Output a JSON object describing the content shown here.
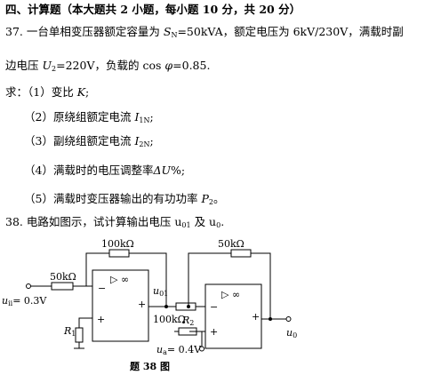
{
  "section": {
    "title": "四、计算题（本大题共 2 小题，每小题 10 分，共 20 分）"
  },
  "q37": {
    "number": "37.",
    "stem_part1": "一台单相变压器额定容量为 ",
    "sn_symbol": "S",
    "sn_sub": "N",
    "sn_value": "=50kVA，额定电压为 6kV/230V，满载时副",
    "stem_part2": "边电压 ",
    "u2_symbol": "U",
    "u2_sub": "2",
    "u2_value": "=220V，负载的 cos ",
    "phi": "φ",
    "pf_value": "=0.85.",
    "ask_prefix": "求：",
    "items": [
      {
        "num": "（1）",
        "text": "变比 ",
        "sym": "K",
        "sub": "",
        "tail": ";"
      },
      {
        "num": "（2）",
        "text": "原绕组额定电流 ",
        "sym": "I",
        "sub": "1N",
        "tail": ";"
      },
      {
        "num": "（3）",
        "text": "副绕组额定电流 ",
        "sym": "I",
        "sub": "2N",
        "tail": ";"
      },
      {
        "num": "（4）",
        "text": "满载时的电压调整率",
        "sym": "ΔU",
        "sub": "",
        "tail": "%;"
      },
      {
        "num": "（5）",
        "text": "满载时变压器输出的有功功率 ",
        "sym": "P",
        "sub": "2",
        "tail": "。"
      }
    ]
  },
  "q38": {
    "number": "38.",
    "stem": "电路如图示，试计算输出电压 u",
    "u01_sub": "01",
    "stem_mid": " 及 u",
    "u0_sub": "0",
    "stem_end": ".",
    "figure": {
      "caption": "题 38 图",
      "labels": {
        "r_feedback1": "100kΩ",
        "r_input1": "50kΩ",
        "r1": "R",
        "r1_sub": "1",
        "ui": "u",
        "ui_sub": "ii",
        "ui_value": "= 0.3V",
        "u01": "u",
        "u01_sub": "01",
        "r_mid": "100kΩ",
        "r_feedback2": "50kΩ",
        "r2": "R",
        "r2_sub": "2",
        "ua": "u",
        "ua_sub": "a",
        "ua_value": "= 0.4V",
        "uo": "u",
        "uo_sub": "0",
        "opamp_gain": "▷ ∞",
        "minus": "−",
        "plus": "+"
      }
    }
  }
}
